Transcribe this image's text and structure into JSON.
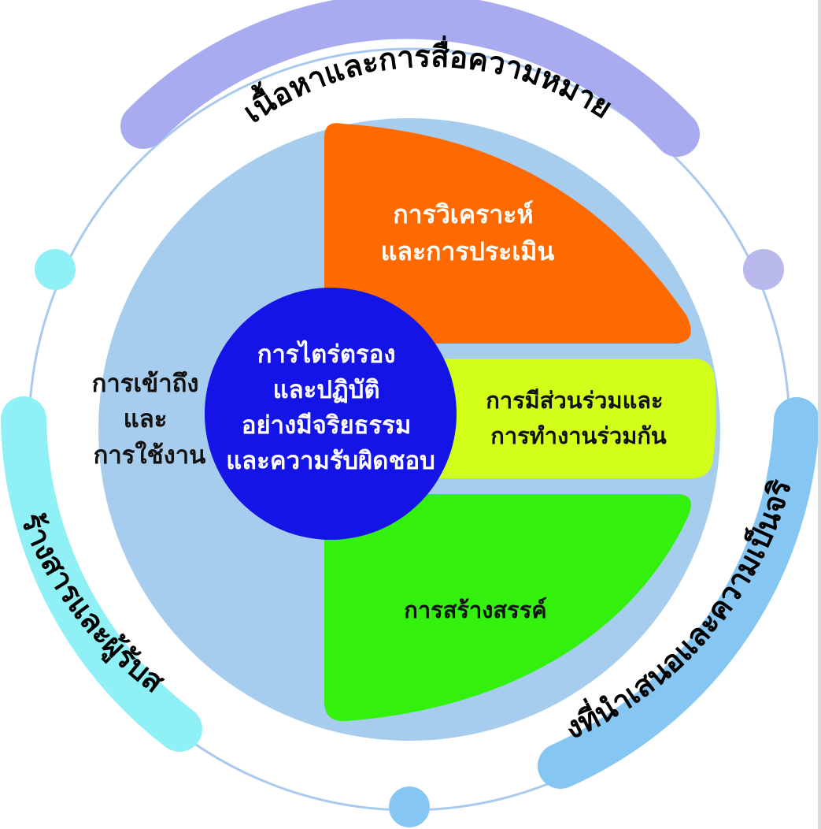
{
  "outer_labels": {
    "top": "เนื้อหาและการสื่อความหมาย",
    "left": "ผู้สร้างสารและผู้รับสาร",
    "right": "สิ่งที่นำเสนอและความเป็นจริง"
  },
  "inner": {
    "access": [
      "การเข้าถึง",
      "และ",
      "การใช้งาน"
    ],
    "analysis": [
      "การวิเคราะห์",
      "และการประเมิน"
    ],
    "participation": [
      "การมีส่วนร่วมและ",
      "การทำงานร่วมกัน"
    ],
    "creation": [
      "การสร้างสรรค์"
    ],
    "center": [
      "การไตร่ตรอง",
      "และปฏิบัติ",
      "อย่างมีจริยธรรม",
      "และความรับผิดชอบ"
    ]
  },
  "colors": {
    "outer_ring_line": "#aac9ee",
    "top_arc": "#a9abf0",
    "left_arc": "#8ff0f6",
    "right_arc": "#86c6f2",
    "big_disk": "#a7cdee",
    "analysis": "#ff6a00",
    "participation": "#d2ff1a",
    "creation": "#33f00d",
    "center": "#1414e6",
    "dot_left": "#8ff0f6",
    "dot_right": "#b8b8ec",
    "dot_bottom": "#86c6f2"
  }
}
